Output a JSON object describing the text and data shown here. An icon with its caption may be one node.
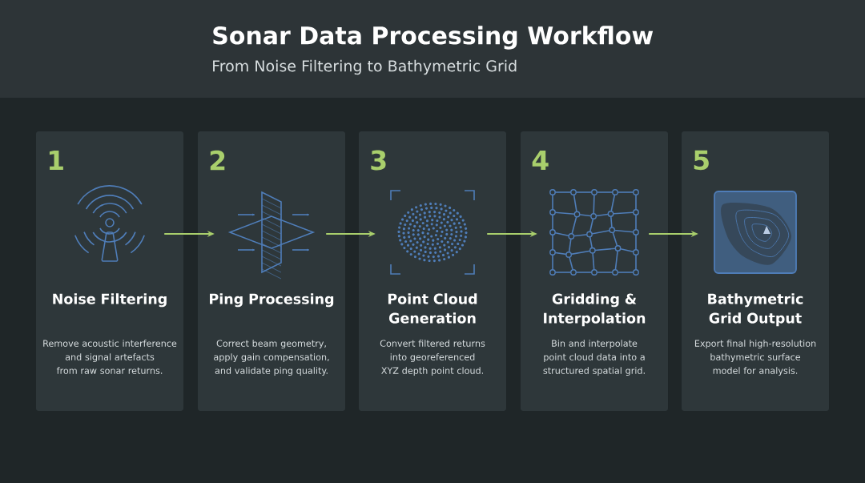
{
  "diagram": {
    "title": "Sonar Data Processing Workflow",
    "caption": "From Noise Filtering to Bathymetric Grid",
    "nodes": [
      {
        "text": [
          "1",
          "Noise Filtering",
          "Remove acoustic interference and signal artefacts from raw sonar returns."
        ]
      },
      {
        "text": [
          "2",
          "Ping Processing",
          "Correct beam geometry, apply gain compensation, and validate ping quality."
        ]
      },
      {
        "text": [
          "3",
          "Point Cloud Generation",
          "Convert filtered returns into georeferenced XYZ depth point cloud."
        ]
      },
      {
        "text": [
          "4",
          "Gridding & Interpolation",
          "Bin and interpolate point cloud data into a structured spatial grid."
        ]
      },
      {
        "text": [
          "5",
          "Bathymetric Grid Output",
          "Export final high-resolution bathymetric surface model for analysis."
        ]
      }
    ],
    "edges": [
      {
        "from": 0,
        "to": 1,
        "arrow": "to"
      },
      {
        "from": 1,
        "to": 2,
        "arrow": "to"
      },
      {
        "from": 2,
        "to": 3,
        "arrow": "to"
      },
      {
        "from": 3,
        "to": 4,
        "arrow": "to"
      }
    ]
  }
}
